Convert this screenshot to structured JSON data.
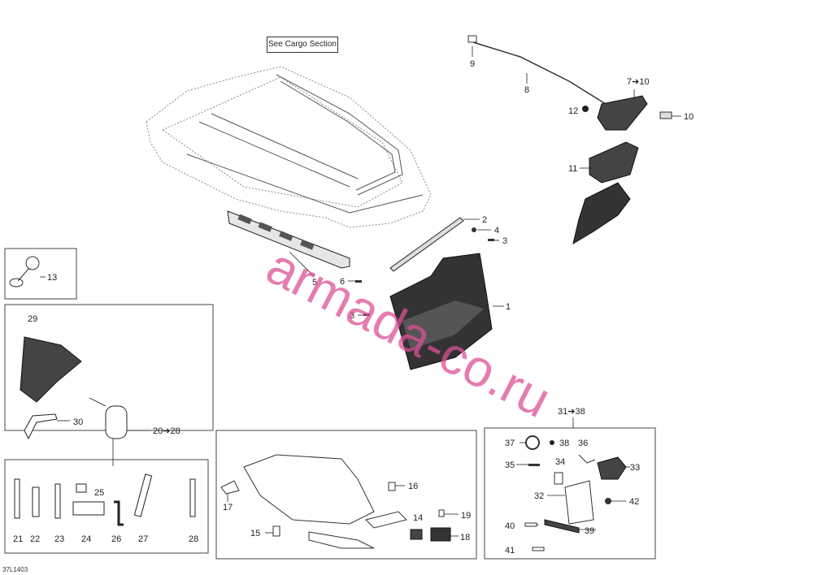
{
  "diagram": {
    "cargo_note": "See Cargo Section",
    "watermark": "armada-co.ru",
    "ref_code": "37L1403",
    "callouts": {
      "c1": "1",
      "c2": "2",
      "c3a": "3",
      "c3b": "3",
      "c4": "4",
      "c5": "5",
      "c6": "6",
      "c8": "8",
      "c9": "9",
      "c7_10": "7➔10",
      "c10": "10",
      "c11": "11",
      "c12": "12",
      "c13": "13",
      "c14": "14",
      "c15": "15",
      "c16": "16",
      "c17": "17",
      "c18": "18",
      "c19": "19",
      "c20_28": "20➔28",
      "c21": "21",
      "c22": "22",
      "c23": "23",
      "c24": "24",
      "c25": "25",
      "c26": "26",
      "c27": "27",
      "c28": "28",
      "c29": "29",
      "c30": "30",
      "c31_38": "31➔38",
      "c32": "32",
      "c33": "33",
      "c34": "34",
      "c35": "35",
      "c36": "36",
      "c37": "37",
      "c38": "38",
      "c39": "39",
      "c40": "40",
      "c41": "41",
      "c42": "42"
    }
  }
}
